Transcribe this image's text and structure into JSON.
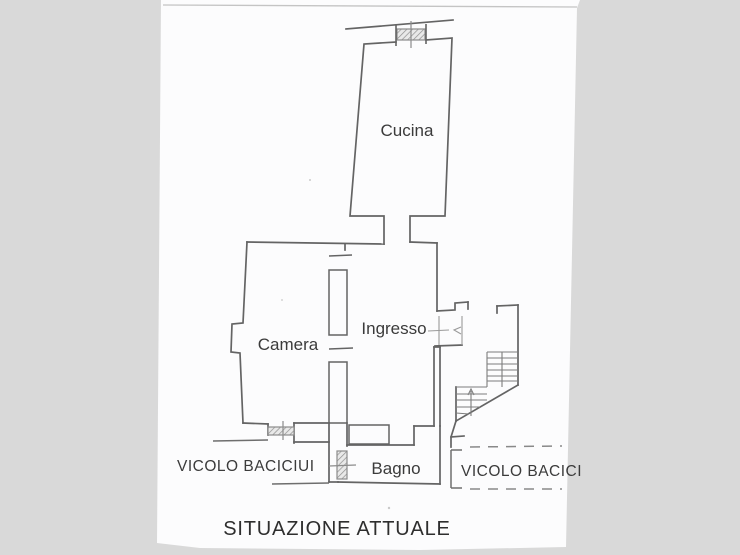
{
  "document": {
    "type": "floor-plan-scan",
    "title": "SITUAZIONE ATTUALE"
  },
  "rooms": {
    "cucina": {
      "label": "Cucina"
    },
    "camera": {
      "label": "Camera"
    },
    "ingresso": {
      "label": "Ingresso"
    },
    "bagno": {
      "label": "Bagno"
    }
  },
  "streets": {
    "left": {
      "label": "VICOLO BACICIUI"
    },
    "right": {
      "label": "VICOLO BACICI"
    }
  },
  "colors": {
    "wall": "#646464",
    "light_line": "#979797",
    "text": "#3b3b3b",
    "page": "#fcfcfd",
    "margin": "#d9d9d9"
  }
}
